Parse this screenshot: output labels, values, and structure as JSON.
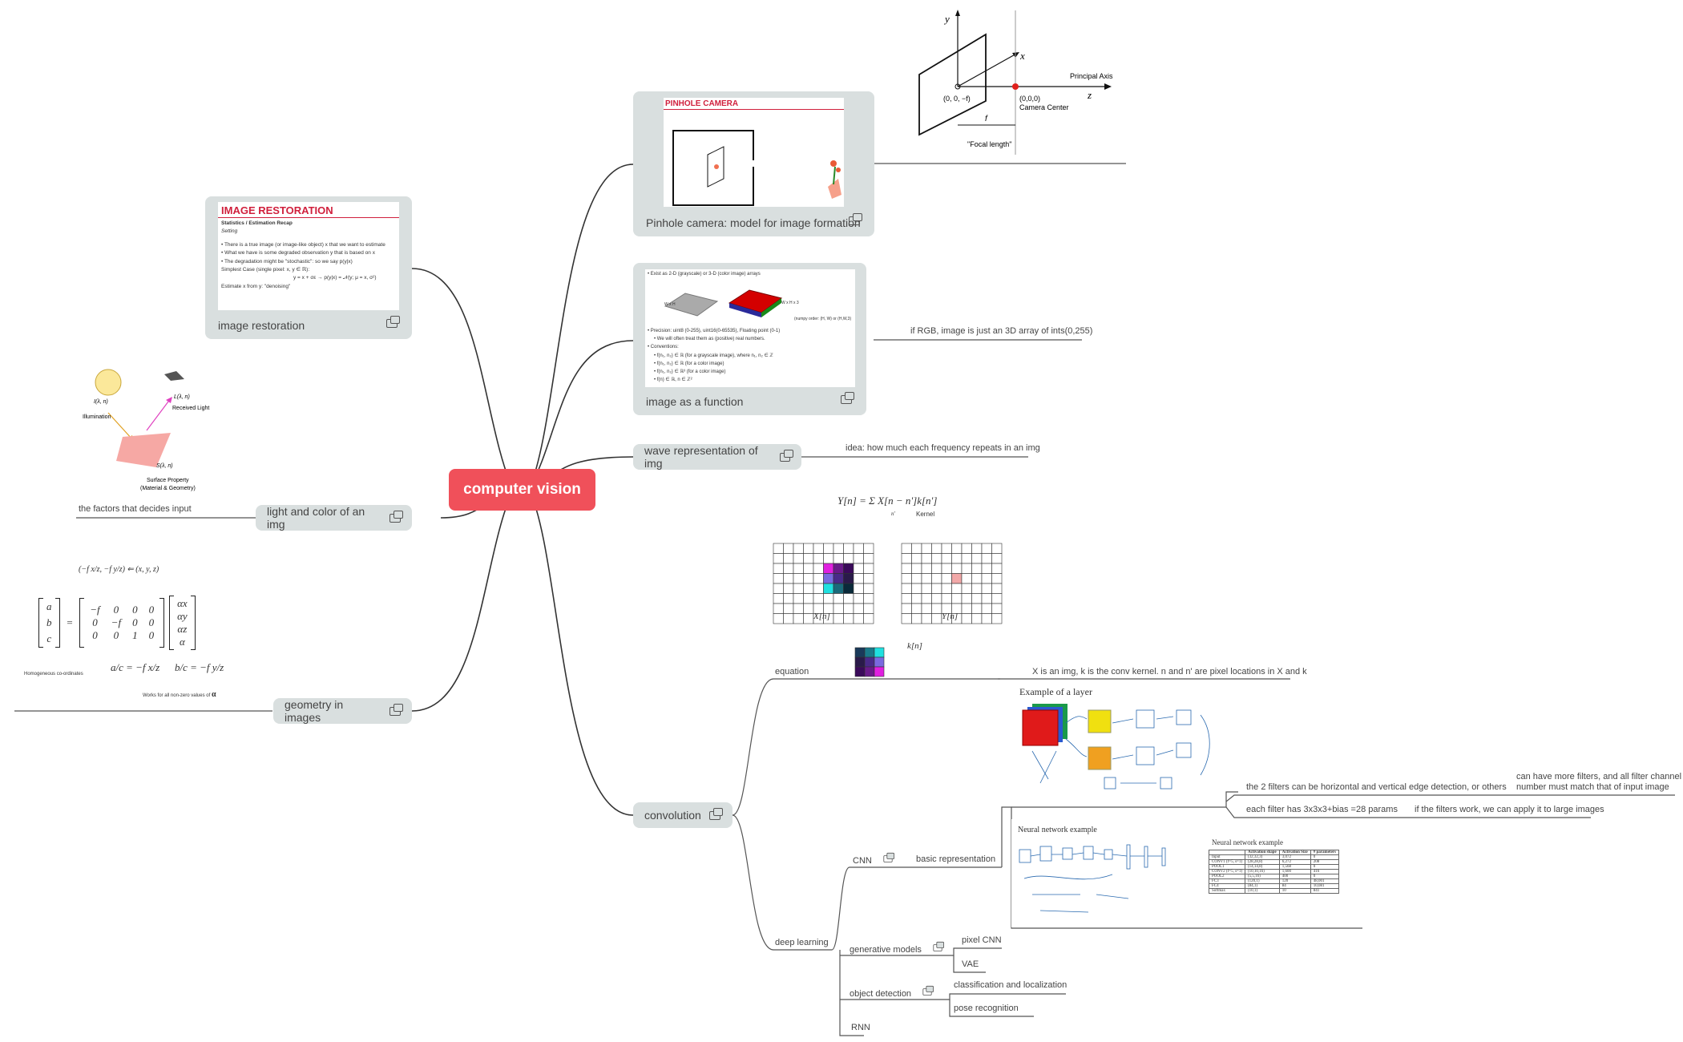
{
  "root": {
    "label": "computer vision"
  },
  "branches": {
    "pinhole": {
      "label": "Pinhole camera: model for image formation",
      "thumb_title": "PINHOLE CAMERA"
    },
    "restoration": {
      "label": "image restoration",
      "thumb_title": "IMAGE RESTORATION",
      "thumb_lines": [
        "Statistics / Estimation Recap",
        "Setting",
        "• There is a true image (or image-like object) x that we want to estimate",
        "• What we have is some degraded observation y that is based on x",
        "• The degradation might be \"stochastic\": so we say p(y|x)",
        "Simplest Case (single pixel: x, y ∈ ℝ):",
        "y = x + σε → p(y|x) = 𝒩(y; μ = x, σ²)",
        "Estimate x from y: \"denoising\""
      ]
    },
    "function": {
      "label": "image as a function",
      "note": "if RGB, image is just an 3D array of ints(0,255)",
      "thumb_lines": [
        "• Exist as 2-D (grayscale) or 3-D (color image) arrays",
        "W x H",
        "W x H x 3",
        "(numpy order: (H, W) or (H,W,3)",
        "• Precision: uint8 (0-255), uint16(0-65535), Floating point (0-1)",
        "• We will often treat them as (positive) real numbers.",
        "• Conventions:",
        "• f(n₁, n₂) ∈ ℝ (for a grayscale image), where n₁, n₂ ∈ ℤ",
        "• f(n₁, n₂) ∈ ℝ (for a color image)",
        "• f(n₁, n₂) ∈ ℝ³ (for a color image)",
        "• f(n) ∈ ℝ, n ∈ ℤ²"
      ]
    },
    "wave": {
      "label": "wave representation of img",
      "note": "idea: how much each frequency repeats in an img"
    },
    "light": {
      "label": "light and color of an img",
      "note": "the factors that decides input",
      "fig": {
        "illum_var": "I(λ, n)",
        "illum": "Illumination",
        "recv_var": "L(λ, n)",
        "recv": "Received Light",
        "surf_var": "S(λ, n)",
        "surf1": "Surface Property",
        "surf2": "(Material & Geometry)"
      }
    },
    "geometry": {
      "label": "geometry in images",
      "fig": {
        "top": "(−f x/z, −f y/z)   ⇐   (x, y, z)",
        "lhs": [
          "a",
          "b",
          "c"
        ],
        "matrix": [
          [
            "−f",
            "0",
            "0",
            "0"
          ],
          [
            "0",
            "−f",
            "0",
            "0"
          ],
          [
            "0",
            "0",
            "1",
            "0"
          ]
        ],
        "rhs": [
          "αx",
          "αy",
          "αz",
          "α"
        ],
        "homog": "Homogeneous co-ordinates",
        "frac1": "a/c = −f x/z",
        "frac2": "b/c = −f y/z",
        "works": "Works for all non-zero values of",
        "alpha": "α"
      }
    },
    "convolution": {
      "label": "convolution",
      "equation_label": "equation",
      "equation_note": "X is an img, k is the conv kernel. n and n' are pixel locations in X and k",
      "formula": "Y[n] = Σ X[n − n']k[n']",
      "formula_sub": "n'",
      "kernel_label": "Kernel",
      "x_label": "X[n]",
      "y_label": "Y[n]",
      "k_label": "k[n]",
      "layer_title": "Example of a layer",
      "filters_note": "the 2 filters can be horizontal and vertical edge detection, or others",
      "channels_note_1": "can have more filters, and all filter channel",
      "channels_note_2": "number must match that of input image",
      "params_note": "each filter has 3x3x3+bias =28 params",
      "large_note": "if the filters work, we can apply it to large images",
      "deep_learning": {
        "label": "deep learning",
        "cnn": {
          "label": "CNN",
          "basic": "basic representation",
          "nn_title": "Neural network example"
        },
        "generative": {
          "label": "generative models",
          "items": [
            "pixel CNN",
            "VAE"
          ]
        },
        "detection": {
          "label": "object detection",
          "items": [
            "classification and localization",
            "pose recognition"
          ]
        },
        "rnn": {
          "label": "RNN"
        }
      },
      "nn_table": {
        "headers": [
          "",
          "Activation shape",
          "Activation Size",
          "# parameters"
        ],
        "rows": [
          [
            "Input",
            "(32,32,3)",
            "3,072",
            "0"
          ],
          [
            "CONV1 (f=5, s=1)",
            "(28,28,8)",
            "6,272",
            "208"
          ],
          [
            "POOL1",
            "(14,14,8)",
            "1,568",
            "0"
          ],
          [
            "CONV2 (f=5, s=1)",
            "(10,10,16)",
            "1,600",
            "416"
          ],
          [
            "POOL2",
            "(5,5,16)",
            "400",
            "0"
          ],
          [
            "FC3",
            "(120,1)",
            "120",
            "48,001"
          ],
          [
            "FC4",
            "(84,1)",
            "84",
            "10,081"
          ],
          [
            "Softmax",
            "(10,1)",
            "10",
            "841"
          ]
        ]
      }
    }
  },
  "camera_fig": {
    "y": "y",
    "x": "x",
    "z": "z",
    "principal": "Principal Axis",
    "origin": "(0, 0, −f)",
    "center1": "(0,0,0)",
    "center2": "Camera Center",
    "f": "f",
    "focal": "\"Focal length\""
  },
  "colors": {
    "root": "#f0505a",
    "card": "#d9dfdf",
    "line": "#333333",
    "accent": "#d01f3c"
  }
}
